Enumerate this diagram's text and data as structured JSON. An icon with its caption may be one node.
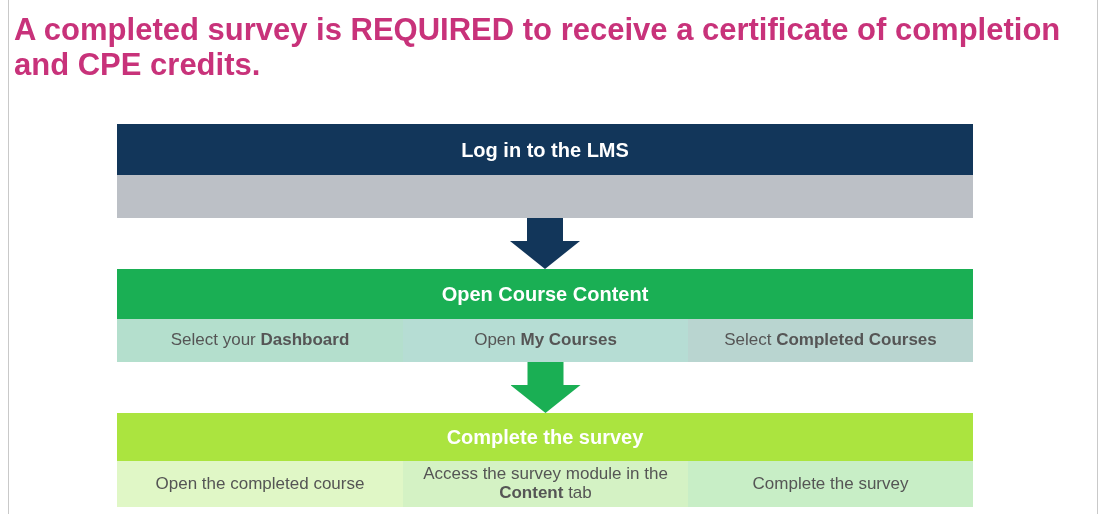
{
  "diagram": {
    "title": "A completed survey is REQUIRED to receive a certificate of completion and CPE credits.",
    "nodes": [
      {
        "text": [
          "Log in to the LMS"
        ]
      },
      {
        "text": [],
        "shape": "bar"
      },
      {
        "text": [
          "Open Course Content"
        ]
      },
      {
        "text": [
          "Select your **Dashboard**"
        ]
      },
      {
        "text": [
          "Open **My Courses**"
        ]
      },
      {
        "text": [
          "Select **Completed Courses**"
        ]
      },
      {
        "text": [
          "Complete the survey"
        ]
      },
      {
        "text": [
          "Open the completed course"
        ]
      },
      {
        "text": [
          "Access the survey module in the **Content** tab"
        ]
      },
      {
        "text": [
          "Complete the survey"
        ]
      }
    ],
    "edges": [
      {
        "from": 1,
        "to": 2,
        "arrow": "to",
        "color": "#12365a"
      },
      {
        "from": 4,
        "to": 6,
        "arrow": "to",
        "color": "#1aaf54"
      }
    ]
  }
}
